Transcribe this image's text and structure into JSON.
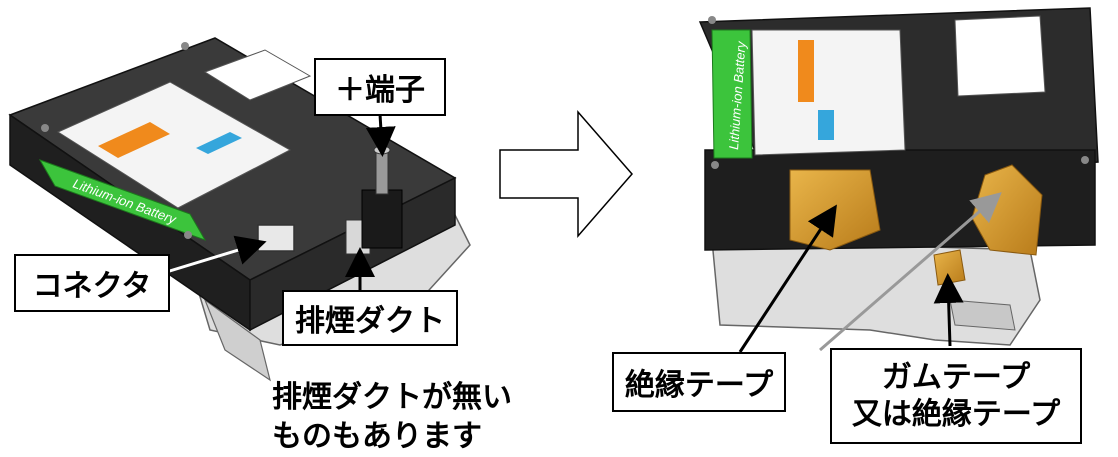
{
  "left_panel": {
    "battery_label": "Lithium-ion Battery",
    "callouts": {
      "terminal": "＋端子",
      "connector": "コネクタ",
      "exhaust_duct": "排煙ダクト"
    },
    "note_line1": "排煙ダクトが無い",
    "note_line2": "ものもあります"
  },
  "right_panel": {
    "battery_label": "Lithium-ion Battery",
    "callouts": {
      "insulating_tape": "絶縁テープ",
      "alt_tape_line1": "ガムテープ",
      "alt_tape_line2": "又は絶縁テープ"
    }
  },
  "colors": {
    "battery_body": "#2a2a2a",
    "label_green": "#3cc43c",
    "tape_orange": "#d79a2a",
    "warning_orange": "#f08a1c",
    "label_blue": "#35a6dc"
  }
}
